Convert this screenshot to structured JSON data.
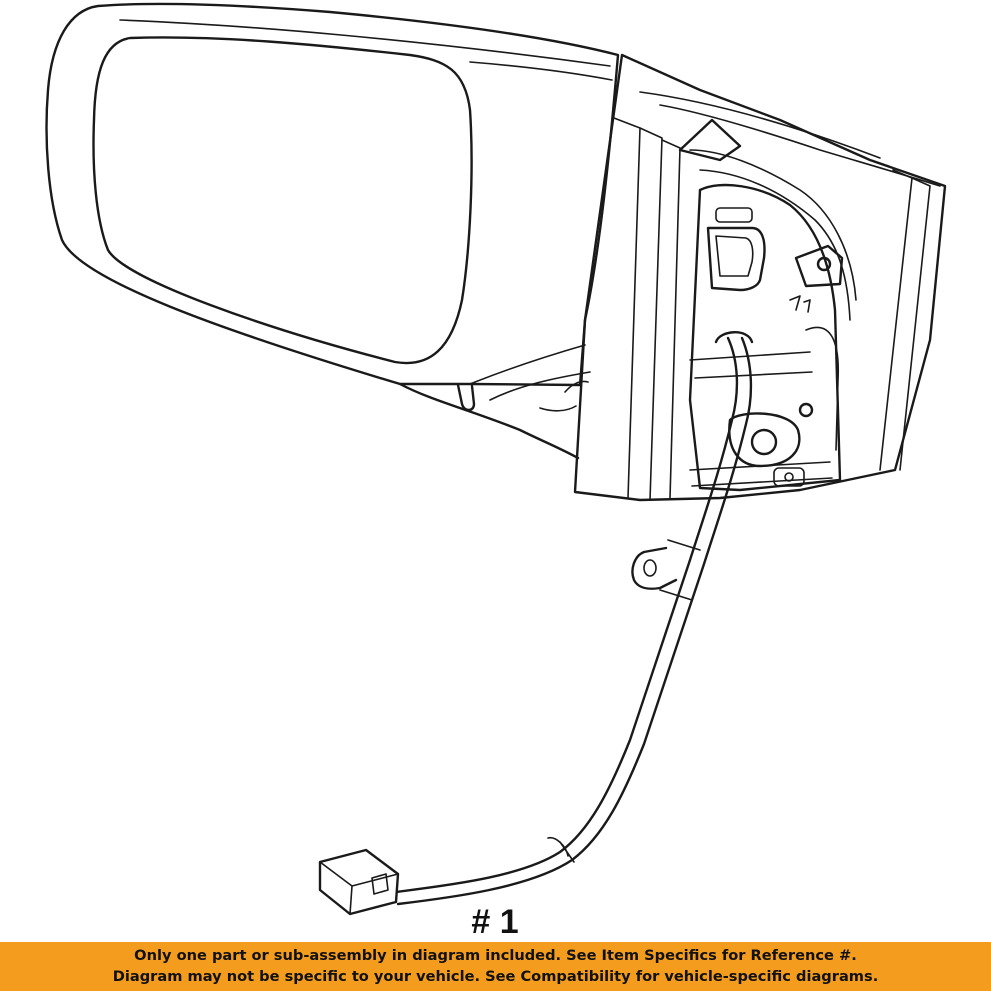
{
  "diagram": {
    "callout_label": "# 1"
  },
  "footer": {
    "line1": "Only one part or sub-assembly in diagram included. See Item Specifics for Reference #.",
    "line2": "Diagram may not be specific to your vehicle. See Compatibility for vehicle-specific diagrams."
  },
  "colors": {
    "banner": "#f39c1e",
    "line_art": "#1a1a1a",
    "background": "#ffffff"
  }
}
